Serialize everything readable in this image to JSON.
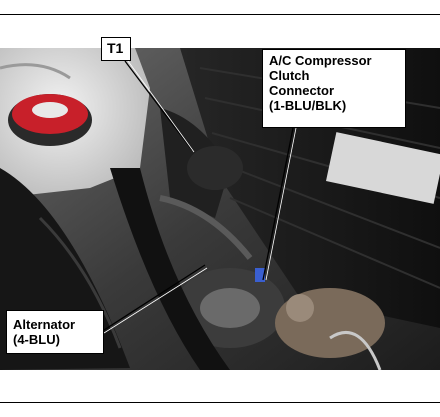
{
  "callouts": {
    "t1": {
      "label": "T1"
    },
    "ac_connector": {
      "lines": [
        "A/C Compressor",
        "Clutch",
        "Connector",
        "(1-BLU/BLK)"
      ]
    },
    "alternator": {
      "lines": [
        "Alternator",
        "(4-BLU)"
      ]
    }
  },
  "colors": {
    "engine_dark": "#1a1a1a",
    "radiator_cap_red": "#c8202a",
    "connector_blue": "#3a5fd0",
    "frame_line": "#000000"
  }
}
